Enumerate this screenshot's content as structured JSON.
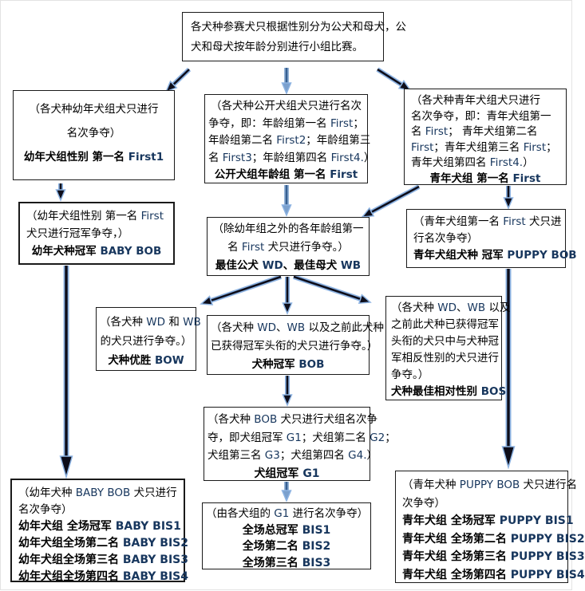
{
  "diagram": {
    "kind": "flowchart",
    "language": "zh-CN",
    "colors": {
      "english_token": "#17365d",
      "chinese_text": "#000000",
      "arrow_core": "#0d0d1a",
      "arrow_halo": "#8db3e2",
      "box_border": "#1a1a1a",
      "background": "#ffffff"
    },
    "nodes": {
      "top": {
        "name": "rule-intro",
        "lines": [
          {
            "runs": [
              {
                "t": "各犬种参赛犬只根据性别分为公犬和母犬，公"
              }
            ]
          },
          {
            "runs": [
              {
                "t": "犬和母犬按年龄分别进行小组比赛。"
              }
            ]
          }
        ]
      },
      "baby_first": {
        "name": "baby-group-first",
        "lines": [
          {
            "runs": [
              {
                "t": "（各犬种幼年犬组犬只进行"
              }
            ]
          },
          {
            "runs": [
              {
                "t": "名次争夺）"
              }
            ]
          },
          {
            "runs": [
              {
                "t": "幼年犬组性别 第一名 ",
                "b": true
              },
              {
                "t": "First1",
                "b": true,
                "c": "n"
              }
            ]
          }
        ]
      },
      "open_first": {
        "name": "open-group-first",
        "lines": [
          {
            "runs": [
              {
                "t": "（各犬种公开犬组犬只进行名次"
              }
            ]
          },
          {
            "runs": [
              {
                "t": "争夺，即：年龄组第一名 "
              },
              {
                "t": "First",
                "c": "n"
              },
              {
                "t": "；"
              }
            ]
          },
          {
            "runs": [
              {
                "t": "年龄组第二名 "
              },
              {
                "t": "First2",
                "c": "n"
              },
              {
                "t": "；年龄组第三"
              }
            ]
          },
          {
            "runs": [
              {
                "t": "名 "
              },
              {
                "t": "First3",
                "c": "n"
              },
              {
                "t": "；年龄组第四名 "
              },
              {
                "t": "First4.",
                "c": "n"
              },
              {
                "t": "）"
              }
            ]
          },
          {
            "runs": [
              {
                "t": "公开犬组年龄组 第一名 ",
                "b": true
              },
              {
                "t": "First",
                "b": true,
                "c": "n"
              }
            ]
          }
        ]
      },
      "puppy_first": {
        "name": "puppy-group-first",
        "lines": [
          {
            "runs": [
              {
                "t": "（各犬种青年犬组犬只进行"
              }
            ]
          },
          {
            "runs": [
              {
                "t": "名次争夺，即：青年犬组第一"
              }
            ]
          },
          {
            "runs": [
              {
                "t": "名 "
              },
              {
                "t": "First",
                "c": "n"
              },
              {
                "t": "； 青年犬组第二名"
              }
            ]
          },
          {
            "runs": [
              {
                "t": "First",
                "c": "n"
              },
              {
                "t": "；青年犬组第三名 "
              },
              {
                "t": "First",
                "c": "n"
              },
              {
                "t": "；"
              }
            ]
          },
          {
            "runs": [
              {
                "t": "青年犬组第四名 "
              },
              {
                "t": "First4.",
                "c": "n"
              },
              {
                "t": "）"
              }
            ]
          },
          {
            "a": "c",
            "runs": [
              {
                "t": "青年犬组 第一名 ",
                "b": true
              },
              {
                "t": "First",
                "b": true,
                "c": "n"
              }
            ]
          }
        ]
      },
      "baby_bob": {
        "name": "baby-breed-champion",
        "lines": [
          {
            "runs": [
              {
                "t": "（幼年犬组性别 第一名 "
              },
              {
                "t": "First",
                "c": "n"
              }
            ]
          },
          {
            "runs": [
              {
                "t": "犬只进行冠军争夺，）"
              }
            ]
          },
          {
            "a": "c",
            "runs": [
              {
                "t": "幼年犬种冠军 ",
                "b": true
              },
              {
                "t": "BABY BOB",
                "b": true,
                "c": "n"
              }
            ]
          }
        ]
      },
      "wd_wb": {
        "name": "winners-dog-bitch",
        "lines": [
          {
            "runs": [
              {
                "t": "（除幼年组之外的各年龄组第一"
              }
            ]
          },
          {
            "runs": [
              {
                "t": "名 "
              },
              {
                "t": "First",
                "c": "n"
              },
              {
                "t": " 犬只进行争夺。）"
              }
            ]
          },
          {
            "runs": [
              {
                "t": "最佳公犬 ",
                "b": true
              },
              {
                "t": "WD",
                "b": true,
                "c": "n"
              },
              {
                "t": "、",
                "b": true
              },
              {
                "t": "最佳母犬 ",
                "b": true
              },
              {
                "t": "WB",
                "b": true,
                "c": "n"
              }
            ]
          }
        ]
      },
      "puppy_bob": {
        "name": "puppy-breed-champion",
        "lines": [
          {
            "runs": [
              {
                "t": "（青年犬组第一名 "
              },
              {
                "t": "First",
                "c": "n"
              },
              {
                "t": " 犬只进"
              }
            ]
          },
          {
            "runs": [
              {
                "t": "行名次争夺）"
              }
            ]
          },
          {
            "runs": [
              {
                "t": "青年犬组犬种 冠军 ",
                "b": true
              },
              {
                "t": "PUPPY BOB",
                "b": true,
                "c": "n"
              }
            ]
          }
        ]
      },
      "bow": {
        "name": "best-of-winners",
        "lines": [
          {
            "runs": [
              {
                "t": "（各犬种 "
              },
              {
                "t": "WD",
                "c": "n"
              },
              {
                "t": " 和 "
              },
              {
                "t": "WB",
                "c": "n"
              }
            ]
          },
          {
            "runs": [
              {
                "t": "的犬只进行争夺。）"
              }
            ]
          },
          {
            "runs": [
              {
                "t": "犬种优胜 ",
                "b": true
              },
              {
                "t": "BOW",
                "b": true,
                "c": "n"
              }
            ]
          }
        ]
      },
      "bob": {
        "name": "best-of-breed",
        "lines": [
          {
            "runs": [
              {
                "t": "（各犬种 "
              },
              {
                "t": "WD",
                "c": "n"
              },
              {
                "t": "、"
              },
              {
                "t": "WB",
                "c": "n"
              },
              {
                "t": " 以及之前此犬种"
              }
            ]
          },
          {
            "runs": [
              {
                "t": "已获得冠军头衔的犬只进行争夺。）"
              }
            ]
          },
          {
            "runs": [
              {
                "t": "犬种冠军 ",
                "b": true
              },
              {
                "t": "BOB",
                "b": true,
                "c": "n"
              }
            ]
          }
        ]
      },
      "bos": {
        "name": "best-opposite-sex",
        "lines": [
          {
            "runs": [
              {
                "t": "（各犬种 "
              },
              {
                "t": "WD",
                "c": "n"
              },
              {
                "t": "、"
              },
              {
                "t": "WB",
                "c": "n"
              },
              {
                "t": " 以及"
              }
            ]
          },
          {
            "runs": [
              {
                "t": "之前此犬种已获得冠军"
              }
            ]
          },
          {
            "runs": [
              {
                "t": "头衔的犬只中与犬种冠"
              }
            ]
          },
          {
            "runs": [
              {
                "t": "军相反性别的犬只进行"
              }
            ]
          },
          {
            "runs": [
              {
                "t": "争夺。）"
              }
            ]
          },
          {
            "runs": [
              {
                "t": "犬种最佳相对性别 ",
                "b": true
              },
              {
                "t": "BOS",
                "b": true,
                "c": "n"
              }
            ]
          }
        ]
      },
      "g1": {
        "name": "group-first",
        "lines": [
          {
            "runs": [
              {
                "t": "（各犬种 "
              },
              {
                "t": "BOB",
                "c": "n"
              },
              {
                "t": " 犬只进行犬组名次争"
              }
            ]
          },
          {
            "runs": [
              {
                "t": "夺，即犬组冠军 "
              },
              {
                "t": "G1",
                "c": "n"
              },
              {
                "t": "；犬组第二名 "
              },
              {
                "t": "G2",
                "c": "n"
              },
              {
                "t": "；"
              }
            ]
          },
          {
            "runs": [
              {
                "t": "犬组第三名 "
              },
              {
                "t": "G3",
                "c": "n"
              },
              {
                "t": "；犬组第四名 "
              },
              {
                "t": "G4.",
                "c": "n"
              },
              {
                "t": "）"
              }
            ]
          },
          {
            "runs": [
              {
                "t": "犬组冠军 ",
                "b": true
              },
              {
                "t": "G1",
                "b": true,
                "c": "n"
              }
            ]
          }
        ]
      },
      "bis": {
        "name": "best-in-show",
        "lines": [
          {
            "runs": [
              {
                "t": "（由各犬组的 "
              },
              {
                "t": "G1",
                "c": "n"
              },
              {
                "t": " 进行名次争夺）"
              }
            ]
          },
          {
            "runs": [
              {
                "t": "全场总冠军 ",
                "b": true
              },
              {
                "t": "BIS1",
                "b": true,
                "c": "n"
              }
            ]
          },
          {
            "runs": [
              {
                "t": "全场第二名 ",
                "b": true
              },
              {
                "t": "BIS2",
                "b": true,
                "c": "n"
              }
            ]
          },
          {
            "runs": [
              {
                "t": "全场第三名 ",
                "b": true
              },
              {
                "t": "BIS3",
                "b": true,
                "c": "n"
              }
            ]
          }
        ]
      },
      "baby_bis": {
        "name": "baby-best-in-show",
        "lines": [
          {
            "runs": [
              {
                "t": "（幼年犬种 "
              },
              {
                "t": "BABY BOB",
                "c": "n"
              },
              {
                "t": " 犬只进行"
              }
            ]
          },
          {
            "runs": [
              {
                "t": "名次争夺）"
              }
            ]
          },
          {
            "runs": [
              {
                "t": "幼年犬组 全场冠军  ",
                "b": true
              },
              {
                "t": "BABY BIS1",
                "b": true,
                "c": "n"
              }
            ]
          },
          {
            "runs": [
              {
                "t": "幼年犬组全场第二名 ",
                "b": true
              },
              {
                "t": "BABY BIS2",
                "b": true,
                "c": "n"
              }
            ]
          },
          {
            "runs": [
              {
                "t": "幼年犬组全场第三名 ",
                "b": true
              },
              {
                "t": "BABY BIS3",
                "b": true,
                "c": "n"
              }
            ]
          },
          {
            "runs": [
              {
                "t": "幼年犬组全场第四名 ",
                "b": true
              },
              {
                "t": "BABY BIS4",
                "b": true,
                "c": "n"
              }
            ]
          }
        ]
      },
      "puppy_bis": {
        "name": "puppy-best-in-show",
        "lines": [
          {
            "runs": [
              {
                "t": "（青年犬种 "
              },
              {
                "t": "PUPPY BOB",
                "c": "n"
              },
              {
                "t": " 犬只进行名"
              }
            ]
          },
          {
            "runs": [
              {
                "t": "次争夺）"
              }
            ]
          },
          {
            "runs": [
              {
                "t": "青年犬组  全场冠军 ",
                "b": true
              },
              {
                "t": "PUPPY BIS1",
                "b": true,
                "c": "n"
              }
            ]
          },
          {
            "runs": [
              {
                "t": "青年犬组 全场第二名 ",
                "b": true
              },
              {
                "t": "PUPPY BIS2",
                "b": true,
                "c": "n"
              }
            ]
          },
          {
            "runs": [
              {
                "t": "青年犬组 全场第三名 ",
                "b": true
              },
              {
                "t": "PUPPY BIS3",
                "b": true,
                "c": "n"
              }
            ]
          },
          {
            "runs": [
              {
                "t": "青年犬组 全场第四名 ",
                "b": true
              },
              {
                "t": "PUPPY BIS4",
                "b": true,
                "c": "n"
              }
            ]
          }
        ]
      }
    },
    "edges": [
      {
        "from": "top",
        "to": "baby_first",
        "style": "dark"
      },
      {
        "from": "top",
        "to": "open_first",
        "style": "blue"
      },
      {
        "from": "top",
        "to": "puppy_first",
        "style": "dark"
      },
      {
        "from": "baby_first",
        "to": "baby_bob",
        "style": "dark"
      },
      {
        "from": "open_first",
        "to": "wd_wb",
        "style": "blue"
      },
      {
        "from": "puppy_first",
        "to": "wd_wb",
        "style": "dark"
      },
      {
        "from": "puppy_first",
        "to": "puppy_bob",
        "style": "dark"
      },
      {
        "from": "wd_wb",
        "to": "bow",
        "style": "dark"
      },
      {
        "from": "wd_wb",
        "to": "bob",
        "style": "dark"
      },
      {
        "from": "wd_wb",
        "to": "bos",
        "style": "dark"
      },
      {
        "from": "bob",
        "to": "g1",
        "style": "dark"
      },
      {
        "from": "g1",
        "to": "bis",
        "style": "blue"
      },
      {
        "from": "baby_bob",
        "to": "baby_bis",
        "style": "dark",
        "big": true
      },
      {
        "from": "puppy_bob",
        "to": "puppy_bis",
        "style": "dark",
        "big": true
      }
    ]
  }
}
